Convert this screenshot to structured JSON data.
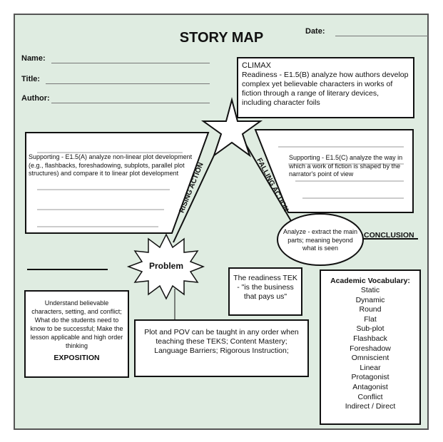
{
  "header": {
    "title": "STORY MAP",
    "date_label": "Date:",
    "name_label": "Name:",
    "title_label": "Title:",
    "author_label": "Author:"
  },
  "climax": {
    "heading": "CLIMAX",
    "text": "Readiness - E1.5(B) analyze how authors develop complex yet believable characters in works of fiction through a range of literary devices, including character foils"
  },
  "rising_action": {
    "label": "RISING ACTION",
    "text": "Supporting - E1.5(A) analyze non-linear plot development (e.g., flashbacks, foreshadowing, subplots, parallel plot structures) and compare it to linear plot development"
  },
  "falling_action": {
    "label": "FALLING ACTION",
    "text": "Supporting - E1.5(C) analyze the way in which a work of fiction is shaped by the narrator's point of view"
  },
  "conclusion": {
    "label": "CONCLUSION",
    "text": "Analyze - extract the main parts; meaning beyond what is seen"
  },
  "problem": {
    "label": "Problem"
  },
  "exposition": {
    "label": "EXPOSITION",
    "text": "Understand believable characters, setting, and conflict; What do the students need to know to be successful; Make the lesson applicable and high order thinking"
  },
  "readiness_tek": {
    "text": "The readiness TEK - \"is the business that pays us\""
  },
  "plot_pov": {
    "text": "Plot and POV can be taught in any order when teaching these TEKS; Content Mastery; Language Barriers; Rigorous Instruction;"
  },
  "vocabulary": {
    "heading": "Academic Vocabulary:",
    "terms": [
      "Static",
      "Dynamic",
      "Round",
      "Flat",
      "Sub-plot",
      "Flashback",
      "Foreshadow",
      "Omniscient",
      "Linear",
      "Protagonist",
      "Antagonist",
      "Conflict",
      "Indirect / Direct"
    ]
  },
  "colors": {
    "sheet": "#dfece1",
    "ink": "#111111"
  }
}
